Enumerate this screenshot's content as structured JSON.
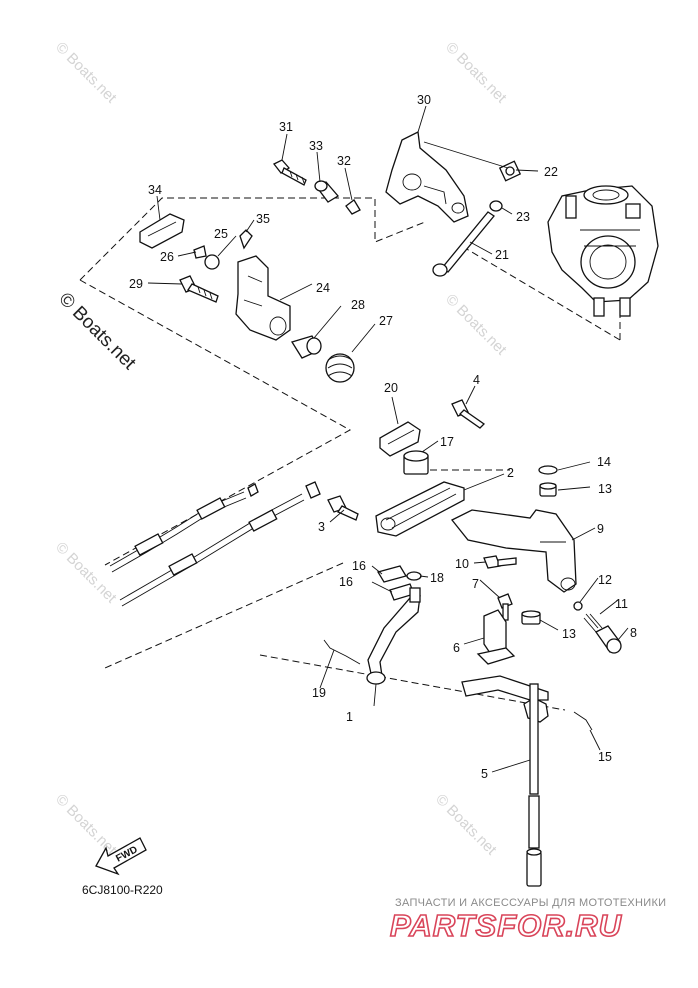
{
  "callouts": [
    {
      "n": "1"
    },
    {
      "n": "2"
    },
    {
      "n": "3"
    },
    {
      "n": "4"
    },
    {
      "n": "5"
    },
    {
      "n": "6"
    },
    {
      "n": "7"
    },
    {
      "n": "8"
    },
    {
      "n": "9"
    },
    {
      "n": "10"
    },
    {
      "n": "11"
    },
    {
      "n": "12"
    },
    {
      "n": "13"
    },
    {
      "n": "13"
    },
    {
      "n": "14"
    },
    {
      "n": "15"
    },
    {
      "n": "16"
    },
    {
      "n": "16"
    },
    {
      "n": "17"
    },
    {
      "n": "18"
    },
    {
      "n": "19"
    },
    {
      "n": "20"
    },
    {
      "n": "21"
    },
    {
      "n": "22"
    },
    {
      "n": "23"
    },
    {
      "n": "24"
    },
    {
      "n": "25"
    },
    {
      "n": "26"
    },
    {
      "n": "27"
    },
    {
      "n": "28"
    },
    {
      "n": "29"
    },
    {
      "n": "30"
    },
    {
      "n": "31"
    },
    {
      "n": "32"
    },
    {
      "n": "33"
    },
    {
      "n": "34"
    },
    {
      "n": "35"
    }
  ],
  "watermark": {
    "small": "© Boats.net",
    "large": "© Boats.net"
  },
  "diagram_code": "6CJ8100-R220",
  "fwd_label": "FWD",
  "brand": {
    "tagline": "ЗАПЧАСТИ И АКСЕССУАРЫ ДЛЯ МОТОТЕХНИКИ",
    "name": "PARTSFOR.RU"
  }
}
